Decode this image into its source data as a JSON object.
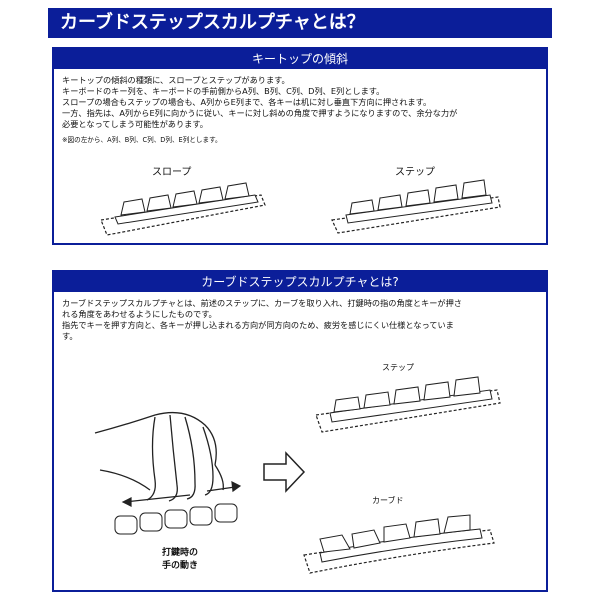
{
  "main_title": "カーブドステップスカルプチャとは？",
  "panel1": {
    "header": "キートップの傾斜",
    "lines": [
      "キートップの傾斜の種類に、スロープとステップがあります。",
      "キーボードのキー列を、キーボードの手前側からA列、B列、C列、D列、E列とします。",
      "スロープの場合もステップの場合も、A列からE列まで、各キーは机に対し垂直下方向に押されます。",
      "一方、指先は、A列からE列に向かうに従い、キーに対し斜めの角度で押すようになりますので、余分な力が",
      "必要となってしまう可能性があります。"
    ],
    "note": "※図の左から、A列、B列、C列、D列、E列とします。",
    "fig_slope_label": "スロープ",
    "fig_step_label": "ステップ"
  },
  "panel2": {
    "header": "カーブドステップスカルプチャとは?",
    "lines": [
      "カーブドステップスカルプチャとは、前述のステップに、カーブを取り入れ、打鍵時の指の角度とキーが押さ",
      "れる角度をあわせるようにしたものです。",
      "指先でキーを押す方向と、各キーが押し込まれる方向が同方向のため、疲労を感じにくい仕様となっていま",
      "す。"
    ],
    "fig_step_label": "ステップ",
    "fig_curved_label": "カーブド",
    "hand_label_1": "打鍵時の",
    "hand_label_2": "手の動き"
  }
}
